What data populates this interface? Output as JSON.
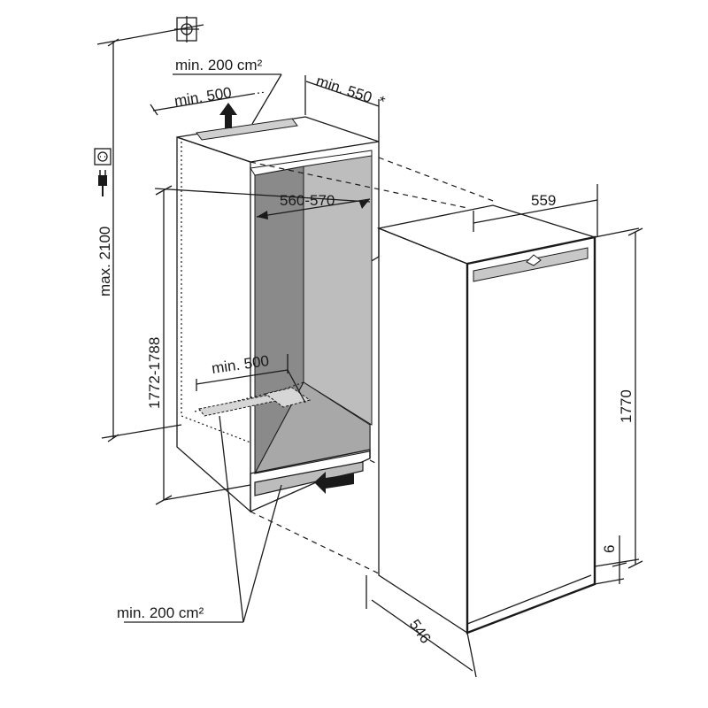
{
  "labels": {
    "top_vent_area": "min. 200 cm²",
    "top_depth": "min. 500",
    "niche_depth": "min. 550",
    "niche_depth_note": "*",
    "max_height": "max. 2100",
    "niche_width": "560-570",
    "niche_height": "1772-1788",
    "bottom_depth": "min. 500",
    "bottom_vent_area": "min. 200 cm²",
    "appliance_width": "559",
    "appliance_height": "1770",
    "appliance_depth": "546",
    "gap": "6"
  },
  "colors": {
    "line": "#1a1a1a",
    "niche_interior": "#8a8a8a",
    "niche_floor": "#a8a8a8",
    "niche_back": "#bdbdbd",
    "appliance_top": "#f2f2f2"
  }
}
